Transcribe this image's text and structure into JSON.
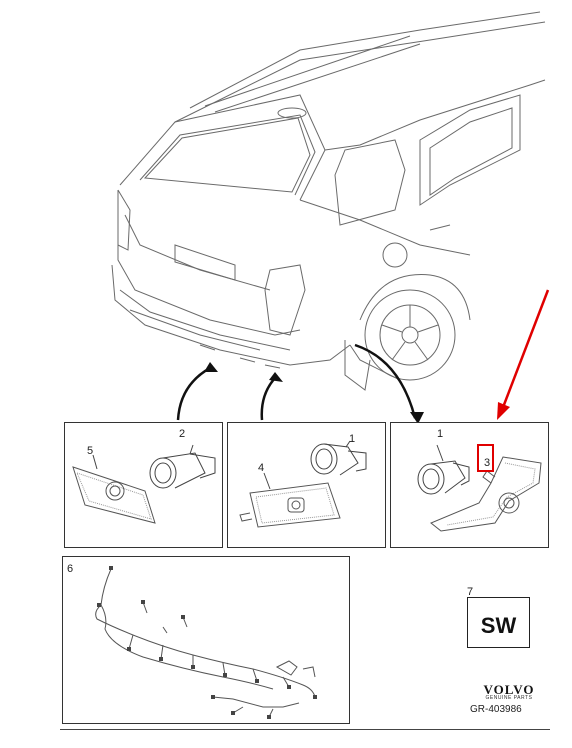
{
  "callouts": {
    "p1a": "1",
    "p2": "2",
    "p3": "3",
    "p4": "4",
    "p5": "5",
    "p6": "6",
    "p7": "7",
    "p1b": "1"
  },
  "software_label": "SW",
  "brand": {
    "name": "VOLVO",
    "tagline": "GENUINE PARTS"
  },
  "reference_code": "GR-403986",
  "colors": {
    "line": "#555555",
    "highlight": "#e00000",
    "arrow": "#e00000"
  },
  "icons": [
    "car-rear-icon",
    "parking-sensor-icon",
    "sensor-bracket-icon",
    "wiring-harness-icon"
  ]
}
